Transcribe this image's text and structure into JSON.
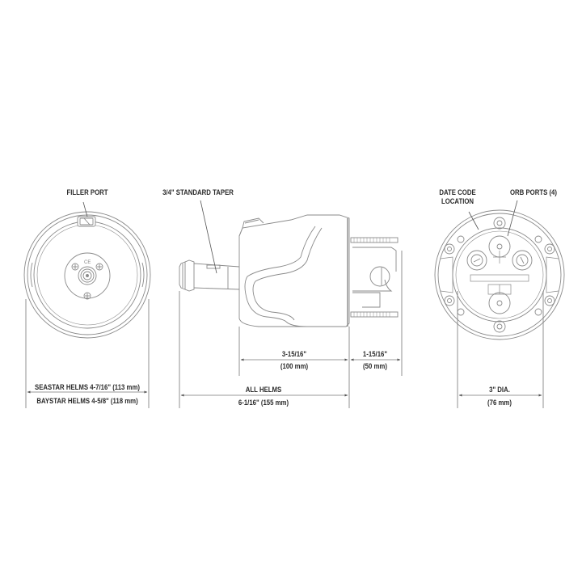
{
  "diagram": {
    "colors": {
      "line": "#8a8a8a",
      "dim_line": "#555555",
      "text": "#2b2b2b",
      "background": "#ffffff"
    },
    "views": {
      "front": {
        "callouts": {
          "filler_port": "FILLER PORT"
        },
        "dimensions": {
          "seastar": "SEASTAR HELMS 4-7/16\" (113 mm)",
          "baystar": "BAYSTAR HELMS 4-5/8\" (118 mm)"
        }
      },
      "side": {
        "callouts": {
          "taper": "3/4\" STANDARD TAPER"
        },
        "dimensions": {
          "body_in": "3-15/16\"",
          "body_mm": "(100 mm)",
          "rear_in": "1-15/16\"",
          "rear_mm": "(50 mm)",
          "overall_label": "ALL HELMS",
          "overall_value": "6-1/16\" (155 mm)"
        }
      },
      "rear": {
        "callouts": {
          "date_code_line1": "DATE CODE",
          "date_code_line2": "LOCATION",
          "orb_ports": "ORB PORTS (4)"
        },
        "dimensions": {
          "dia_in": "3\" DIA.",
          "dia_mm": "(76 mm)"
        }
      }
    }
  }
}
